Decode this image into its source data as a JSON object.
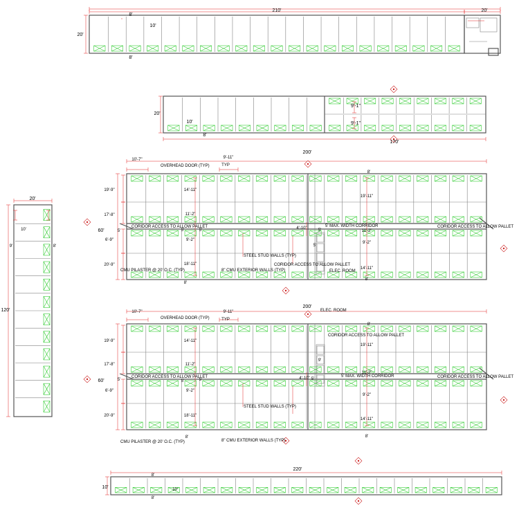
{
  "colors": {
    "wall": "#555555",
    "partition": "#808080",
    "dimension": "#e02020",
    "door": "#33cc33",
    "text": "#000000"
  },
  "buildings": {
    "b1": {
      "length": "210'",
      "width": "20'",
      "unit_width": "10'",
      "door_span": "8'",
      "door_span_bottom": "8'",
      "office_width": "20'"
    },
    "b2": {
      "length": "170'",
      "width": "20'",
      "unit_width": "10'",
      "door_span": "8'",
      "center_dim_1": "9'-1\"",
      "center_dim_2": "9'-1\""
    },
    "b3": {
      "length": "200'",
      "width": "60'",
      "left_dims": [
        "19'-9\"",
        "17'-8\"",
        "6'-9\"",
        "20'-9\""
      ],
      "overhead_door_dim": "10'-7\"",
      "overhead_door_label": "OVERHEAD DOOR (TYP)",
      "typ_dim": "9'-11\"",
      "typ_label": "TYP",
      "interior_dims": [
        "14'-11\"",
        "11'-2\"",
        "5'",
        "9'-2\"",
        "18'-11\""
      ],
      "right_dims": [
        "8'",
        "19'-11\"",
        "11'-2\"",
        "9'-2\"",
        "14'-11\""
      ],
      "corridor_label": "CORIDOR ACCESS TO ALLOW PALLET",
      "corridor_label_2": "CORIDOR ACCESS TO ALLOW PALLET",
      "corridor_label_3": "CORIDOR ACCESS TO ALLOW PALLET",
      "max_width_label": "5' MAX. WIDTH CORRIDOR",
      "elec_label": "ELEC. ROOM",
      "elec_dim_1": "4'-10\"",
      "elec_dim_2": "5'",
      "elec_dim_3": "5'",
      "steel_stud_label": "STEEL STUD WALLS (TYP)",
      "cmu_pilaster_label": "CMU PILASTER @ 20' O.C. (TYP)",
      "cmu_exterior_label": "8\" CMU EXTERIOR WALLS (TYP)",
      "bottom_dim": "8'",
      "bottom_dim_2": "8'",
      "center_marker_dim": "5'",
      "left_marker_dim": "5'"
    },
    "b4": {
      "length": "200'",
      "width": "60'",
      "left_dims": [
        "19'-9\"",
        "17'-8\"",
        "6'-9\"",
        "20'-9\""
      ],
      "overhead_door_dim": "10'-7\"",
      "overhead_door_label": "OVERHEAD DOOR (TYP)",
      "typ_dim": "9'-11\"",
      "typ_label": "TYP",
      "interior_dims": [
        "14'-11\"",
        "11'-2\"",
        "5'",
        "9'-2\"",
        "18'-11\""
      ],
      "right_dims": [
        "8'",
        "19'-11\"",
        "11'-2\"",
        "9'-2\"",
        "14'-11\""
      ],
      "corridor_label": "CORIDOR ACCESS TO ALLOW PALLET",
      "corridor_label_2": "CORIDOR ACCESS TO ALLOW PALLET",
      "corridor_label_3": "CORIDOR ACCESS TO ALLOW PALLET",
      "max_width_label": "5' MAX. WIDTH CORRIDOR",
      "elec_label": "ELEC. ROOM",
      "elec_dim_1": "4'-10\"",
      "elec_dim_2": "5'",
      "elec_dim_3": "9'",
      "steel_stud_label": "STEEL STUD WALLS (TYP)",
      "cmu_pilaster_label": "CMU PILASTER @ 20' O.C. (TYP)",
      "cmu_exterior_label": "8\" CMU EXTERIOR WALLS (TYP)",
      "bottom_dim": "8'",
      "bottom_dim_2": "8'",
      "center_marker_dim": "5'",
      "left_marker_dim": "5'"
    },
    "b5": {
      "length": "220'",
      "width": "10'",
      "door_span": "8'",
      "unit_width": "10'",
      "door_span_bottom": "8'"
    },
    "b6": {
      "length": "120'",
      "width": "20'",
      "unit_width": "10'",
      "door_span_left": "9'",
      "door_span_right": "8'"
    }
  }
}
